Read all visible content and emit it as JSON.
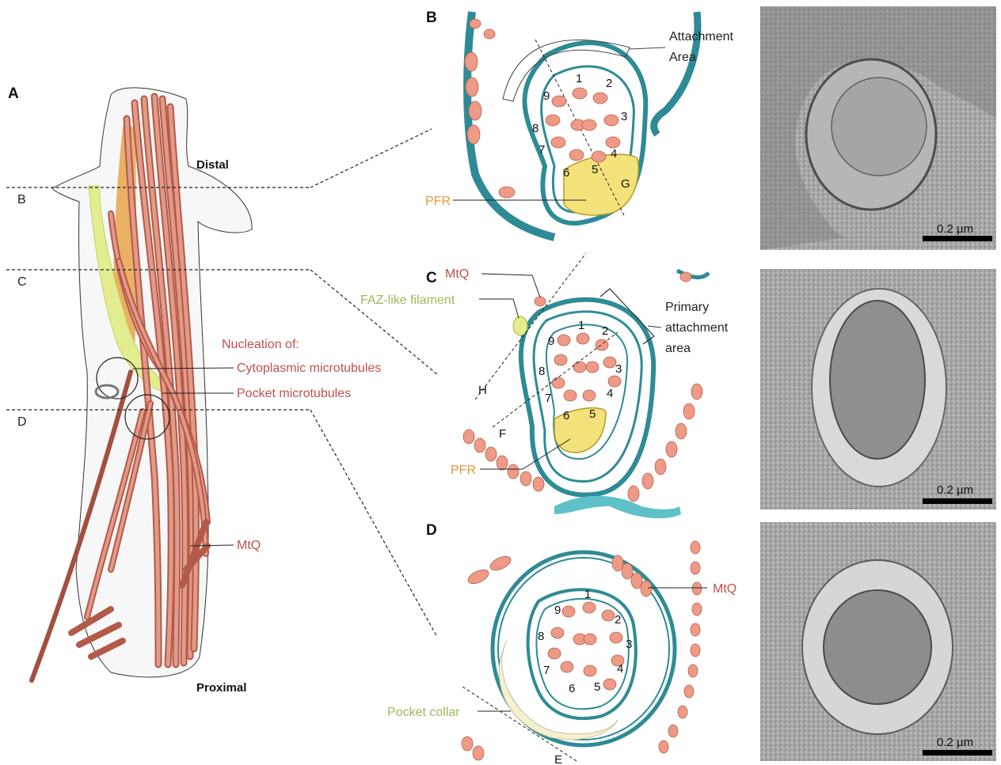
{
  "panels": {
    "a": {
      "letter": "A",
      "distal": "Distal",
      "proximal": "Proximal",
      "cut_b": "B",
      "cut_c": "C",
      "cut_d": "D",
      "nucleation": "Nucleation of:",
      "cyto_mt": "Cytoplasmic microtubules",
      "pocket_mt": "Pocket microtubules",
      "mtq": "MtQ"
    },
    "b": {
      "letter": "B",
      "attachment_1": "Attachment",
      "attachment_2": "Area",
      "pfr": "PFR",
      "g": "G",
      "numbers": [
        "1",
        "2",
        "3",
        "4",
        "5",
        "6",
        "7",
        "8",
        "9"
      ]
    },
    "c": {
      "letter": "C",
      "mtq": "MtQ",
      "faz": "FAZ-like filament",
      "primary_1": "Primary",
      "primary_2": "attachment",
      "primary_3": "area",
      "pfr": "PFR",
      "h": "H",
      "f": "F",
      "numbers": [
        "1",
        "2",
        "3",
        "4",
        "5",
        "6",
        "7",
        "8",
        "9"
      ]
    },
    "d": {
      "letter": "D",
      "mtq": "MtQ",
      "collar": "Pocket collar",
      "e": "E",
      "numbers": [
        "1",
        "2",
        "3",
        "4",
        "5",
        "6",
        "7",
        "8",
        "9"
      ]
    }
  },
  "scale_bars": [
    "0.2 µm",
    "0.2 µm",
    "0.2 µm"
  ],
  "colors": {
    "microtubule": "#e0826c",
    "microtubule_dark": "#b35a48",
    "membrane": "#2e8b95",
    "pfr": "#f3e27a",
    "faz": "#d9e67a",
    "label_red": "#c0504d",
    "label_orange": "#e8963c",
    "label_green": "#9bbb59"
  }
}
